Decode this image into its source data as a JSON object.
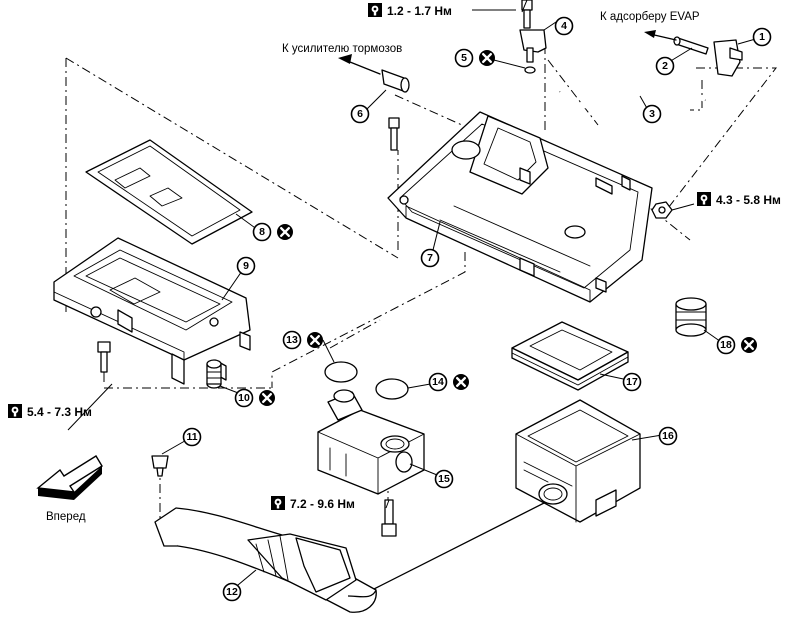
{
  "labels": {
    "brake_booster": "К усилителю тормозов",
    "evap_canister": "К адсорберу EVAP",
    "forward": "Вперед"
  },
  "torques": {
    "t1": "1.2 - 1.7 Нм",
    "t2": "4.3 - 5.8 Нм",
    "t3": "5.4 - 7.3 Нм",
    "t4": "7.2 - 9.6 Нм"
  },
  "callouts": {
    "c1": "1",
    "c2": "2",
    "c3": "3",
    "c4": "4",
    "c5": "5",
    "c6": "6",
    "c7": "7",
    "c8": "8",
    "c9": "9",
    "c10": "10",
    "c11": "11",
    "c12": "12",
    "c13": "13",
    "c14": "14",
    "c15": "15",
    "c16": "16",
    "c17": "17",
    "c18": "18"
  },
  "icons": [
    "torque-wrench-icon",
    "do-not-reuse-icon",
    "forward-arrow-icon"
  ]
}
